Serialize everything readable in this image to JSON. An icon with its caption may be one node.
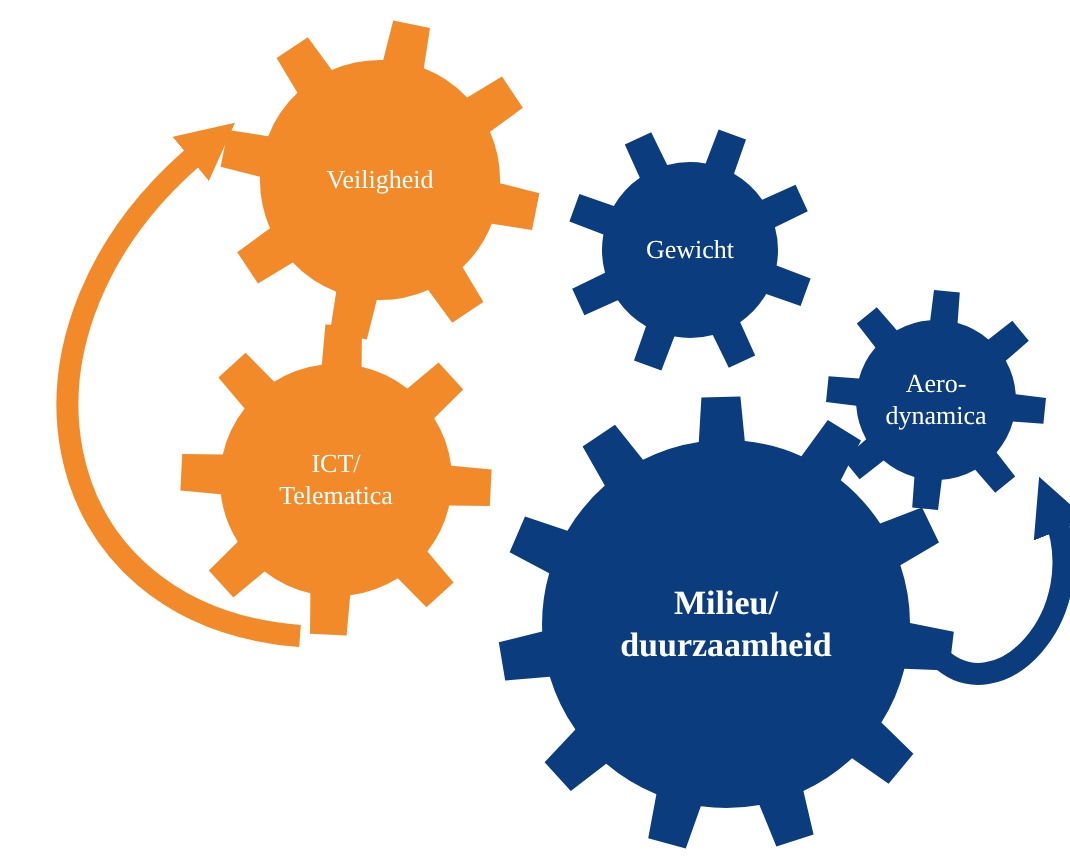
{
  "diagram": {
    "nodes": [
      {
        "text": [
          "Veiligheid"
        ]
      },
      {
        "text": [
          "Gewicht"
        ]
      },
      {
        "text": [
          "Aero- dynamica"
        ]
      },
      {
        "text": [
          "ICT/ Telematica"
        ]
      },
      {
        "text": [
          "Milieu/ duurzaamheid"
        ]
      }
    ],
    "edges": [
      {
        "from": 3,
        "to": 0,
        "arrow": "to",
        "color": "#f28a2a"
      },
      {
        "from": 4,
        "to": 2,
        "arrow": "to",
        "color": "#0b3c7d"
      }
    ]
  }
}
